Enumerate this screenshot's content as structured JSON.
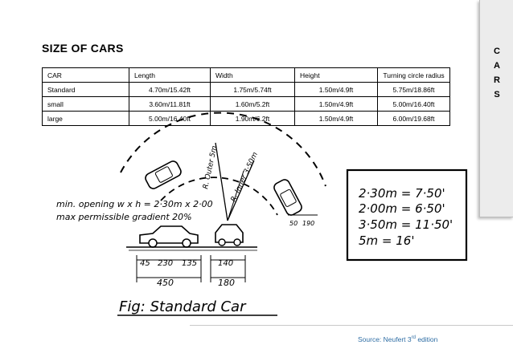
{
  "page": {
    "title": "SIZE OF CARS",
    "side_tab_letters": [
      "C",
      "A",
      "R",
      "S"
    ],
    "source_prefix": "Source: Neufert 3",
    "source_sup": "rd",
    "source_suffix": " edition"
  },
  "table": {
    "headers": [
      "CAR",
      "Length",
      "Width",
      "Height",
      "Turning circle radius"
    ],
    "rows": [
      [
        "Standard",
        "4.70m/15.42ft",
        "1.75m/5.74ft",
        "1.50m/4.9ft",
        "5.75m/18.86ft"
      ],
      [
        "small",
        "3.60m/11.81ft",
        "1.60m/5.2ft",
        "1.50m/4.9ft",
        "5.00m/16.40ft"
      ],
      [
        "large",
        "5.00m/16.40ft",
        "1.90m/6.2ft",
        "1.50m/4.9ft",
        "6.00m/19.68ft"
      ]
    ]
  },
  "sketch": {
    "note_line1": "min. opening w x h = 2·30m x 2·00",
    "note_line2": "max permissible gradient 20%",
    "radius_label": "R. Outer 5m",
    "radius_label2": "R. Inner 3·50m",
    "mark_45": "45",
    "mark_230": "230",
    "mark_135": "135",
    "mark_140": "140",
    "mark_450": "450",
    "mark_180": "180",
    "mark_50": "50",
    "mark_190": "190",
    "caption": "Fig: Standard Car",
    "conversions": [
      "2·30m = 7·50'",
      "2·00m = 6·50'",
      "3·50m = 11·50'",
      "5m = 16'"
    ]
  }
}
